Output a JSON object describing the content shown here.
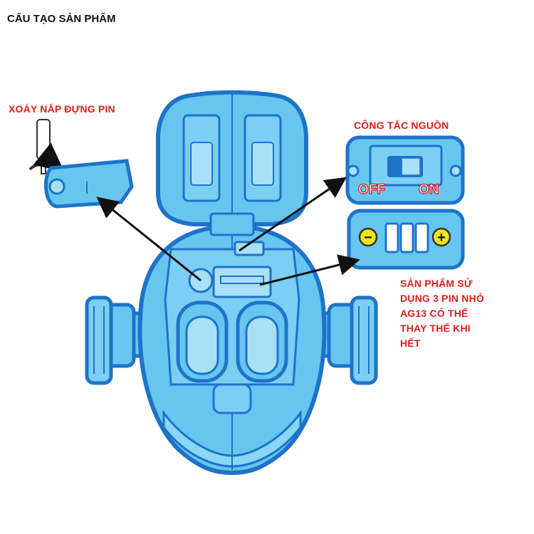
{
  "title": "CẤU TẠO SẢN PHẨM",
  "labels": {
    "screw": "XOÁY NẮP ĐỰNG PIN",
    "switch": "CÔNG TẮC NGUỒN",
    "battery_line1": "SẢN PHẨM SỬ",
    "battery_line2": "DỤNG 3 PIN NHỎ",
    "battery_line3": "AG13 CÓ THỂ",
    "battery_line4": "THAY THẾ KHI",
    "battery_line5": "HẾT"
  },
  "switch_inset": {
    "off": "OFF",
    "on": "ON"
  },
  "battery_inset": {
    "minus": "−",
    "plus": "+"
  },
  "colors": {
    "body_fill": "#66c6f0",
    "body_light": "#a9e0f8",
    "outline": "#1e73c9",
    "label_red": "#e21d1d",
    "terminal_yellow": "#f2e218"
  }
}
